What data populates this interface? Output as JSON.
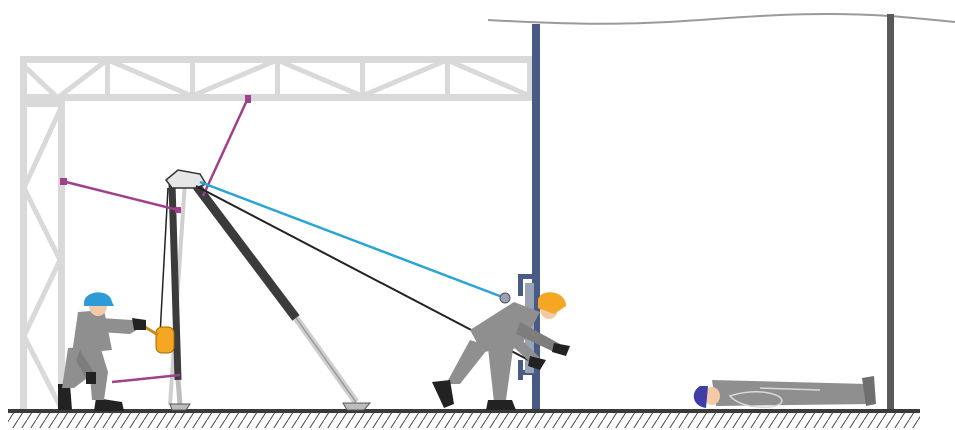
{
  "scene": {
    "description_elements": [
      "truss-gantry",
      "tripod-rescue-system",
      "rescuer-kneeling-winch",
      "rescuer-leaning-forward",
      "confined-space-wall",
      "victim-lying"
    ]
  },
  "colors": {
    "truss": "#d9d9d9",
    "ground": "#3a3a3a",
    "wall": "#4a5a86",
    "leg_dark": "#3b3b3b",
    "leg_light": "#cfcfcf",
    "anchor_sling": "#a0408a",
    "blue_line": "#2aa3d6",
    "worker_suit": "#8f8f8f",
    "helmet_blue": "#2f9bd6",
    "helmet_orange": "#f5a623",
    "helmet_victim": "#3f3ca8",
    "winch": "#f5a623",
    "skin": "#f3c9a8"
  }
}
